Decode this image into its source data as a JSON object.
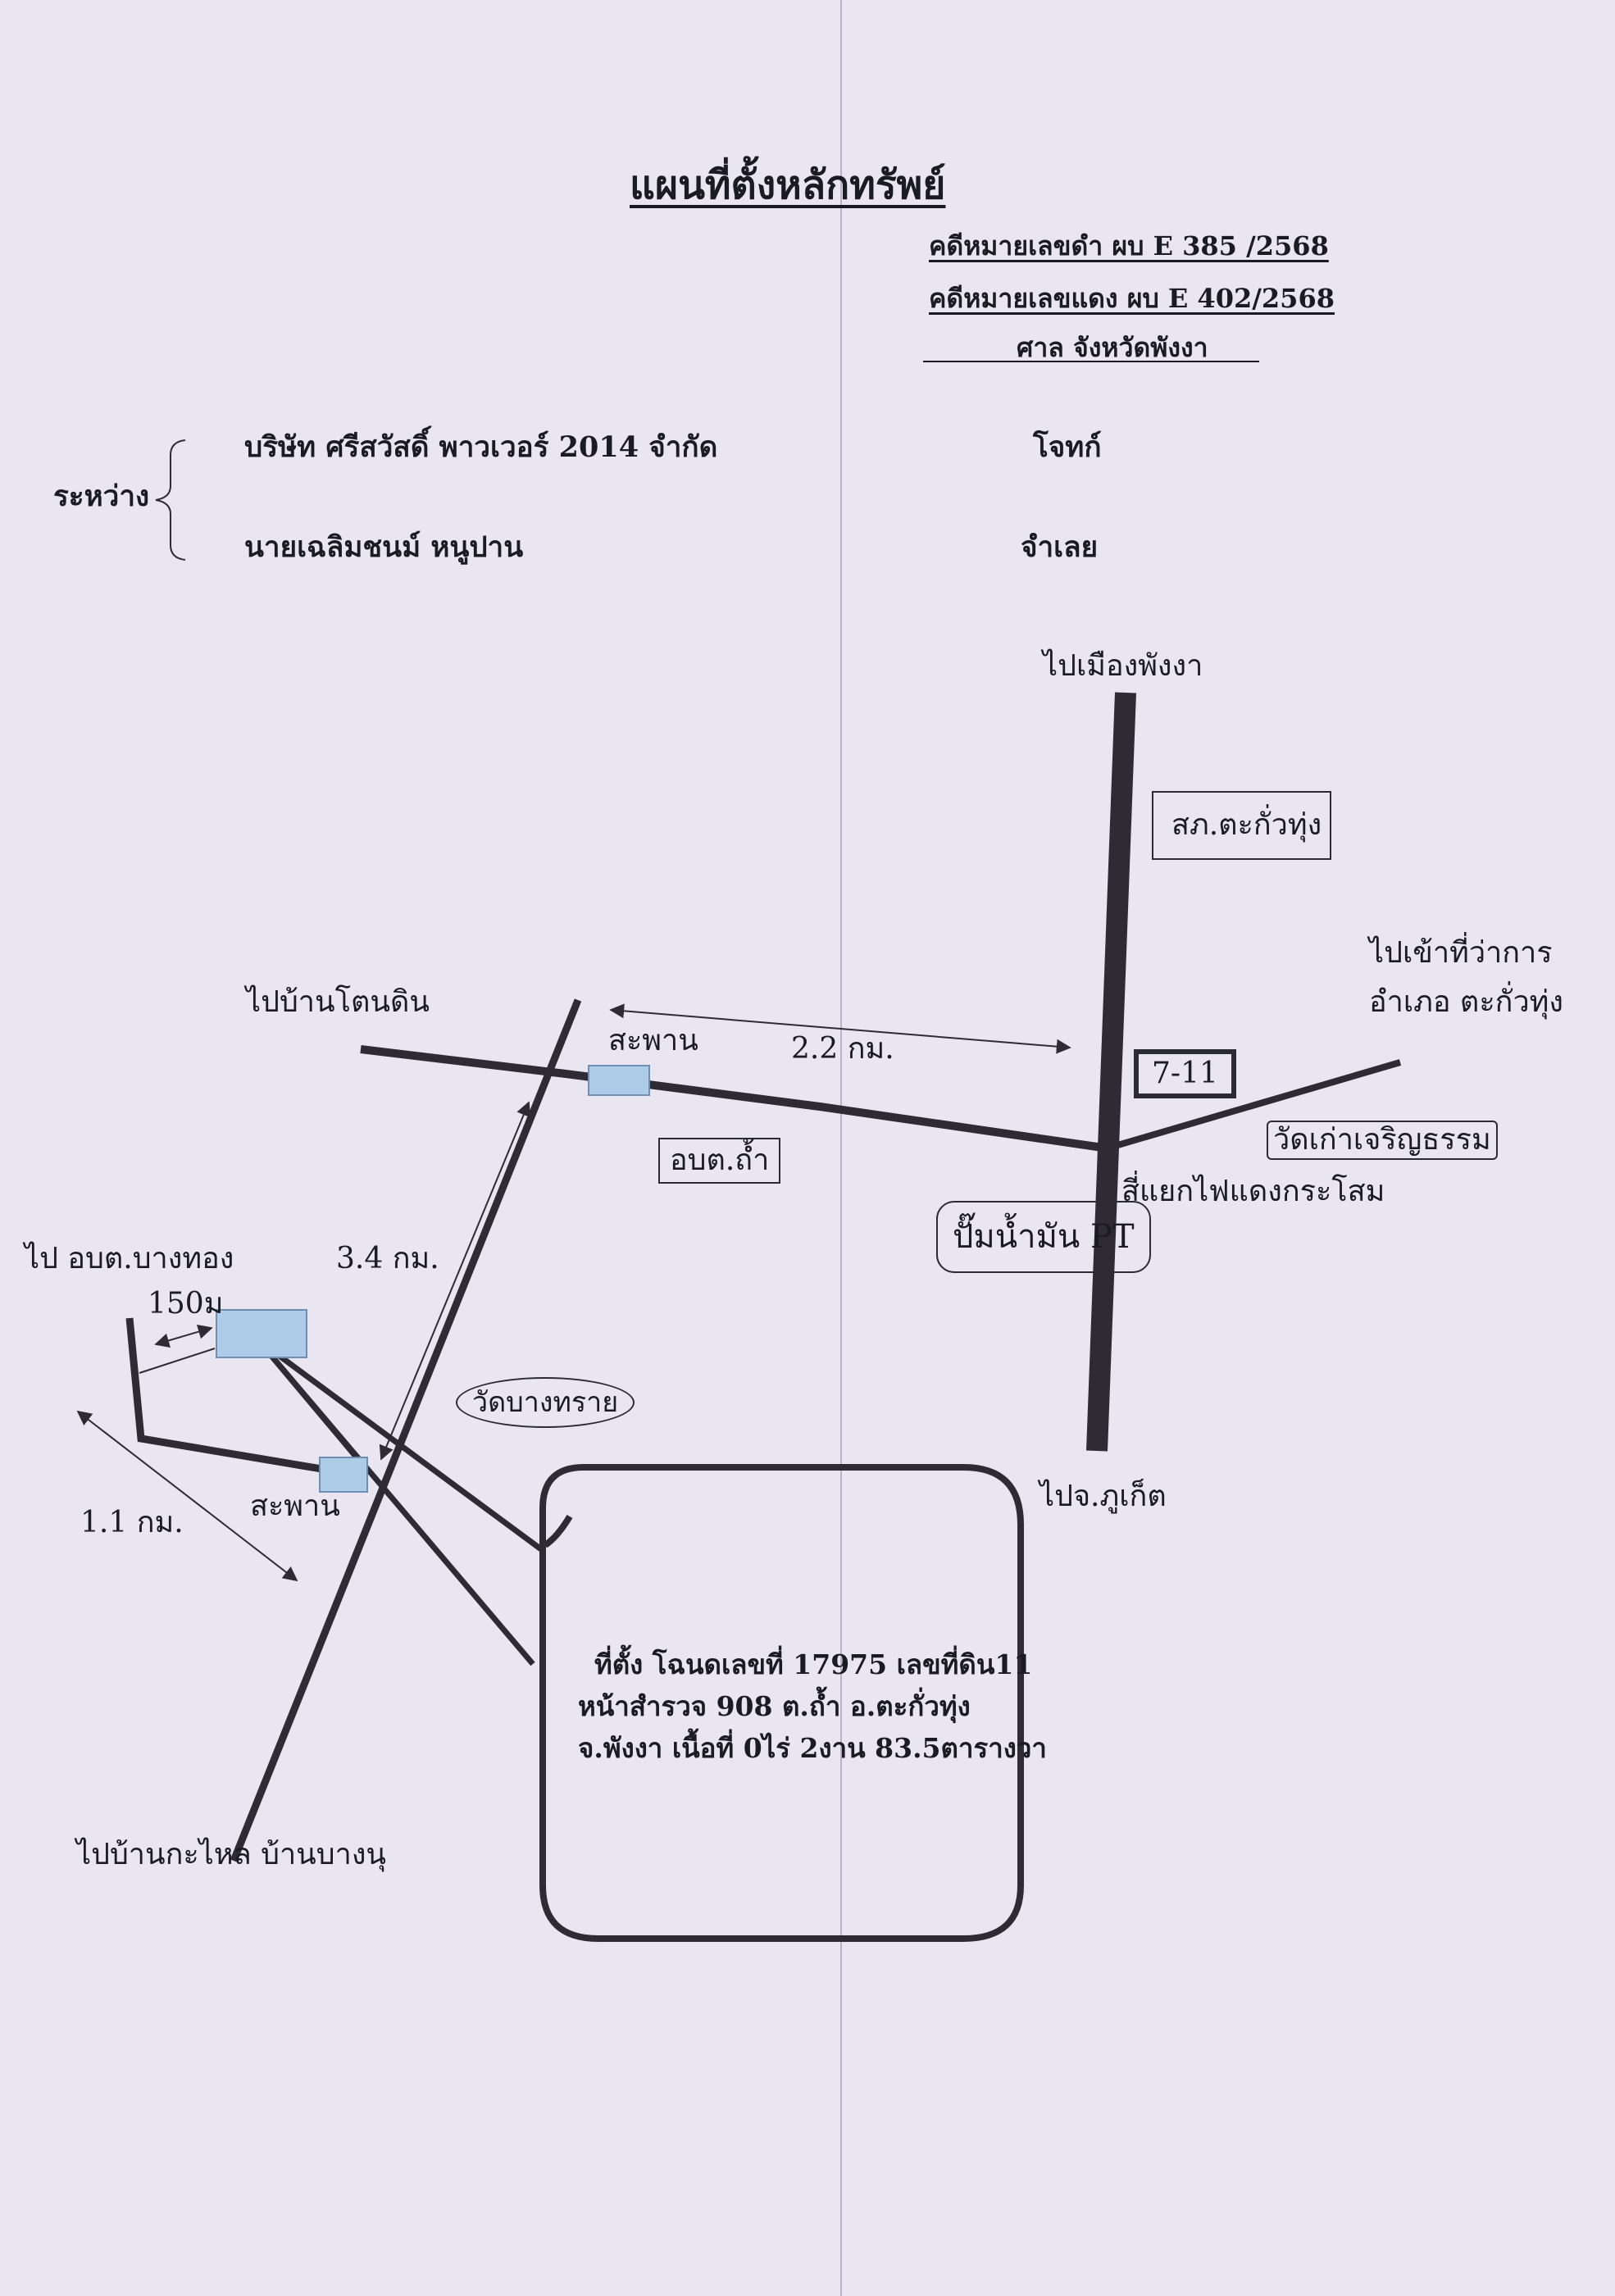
{
  "header": {
    "title": "แผนที่ตั้งหลักทรัพย์",
    "black_case": "คดีหมายเลขดำ     ผบ E  385 /2568",
    "red_case": "คดีหมายเลขแดง    ผบ E 402/2568",
    "court": "ศาล จังหวัดพังงา"
  },
  "parties": {
    "between_label": "ระหว่าง",
    "plaintiff_name": "บริษัท ศรีสวัสดิ์ พาวเวอร์ 2014 จำกัด",
    "plaintiff_role": "โจทก์",
    "defendant_name": "นายเฉลิมชนม์ หนูปาน",
    "defendant_role": "จำเลย"
  },
  "map": {
    "labels": {
      "to_phangnga": "ไปเมืองพังงา",
      "police": "สภ.ตะกั่วทุ่ง",
      "to_district_1": "ไปเข้าที่ว่าการ",
      "to_district_2": "อำเภอ ตะกั่วทุ่ง",
      "to_ton_din": "ไปบ้านโตนดิน",
      "bridge_top": "สะพาน",
      "dist_22": "2.2 กม.",
      "seven_eleven": "7-11",
      "wat_charoen": "วัดเก่าเจริญธรรม",
      "obt_tham": "อบต.ถ้ำ",
      "intersection": "สี่แยกไฟแดงกระโสม",
      "pt_station": "ปั๊มน้ำมัน PT",
      "to_obt_bangthong": "ไป อบต.บางทอง",
      "dist_34": "3.4 กม.",
      "dist_150": "150ม",
      "wat_bangsai": "วัดบางทราย",
      "bridge_bottom": "สะพาน",
      "dist_11": "1.1 กม.",
      "to_phuket": "ไปจ.ภูเก็ต",
      "to_kalai": "ไปบ้านกะไหล บ้านบางนุ"
    },
    "location_description": [
      "ที่ตั้ง โฉนดเลขที่ 17975 เลขที่ดิน11",
      "หน้าสำรวจ 908 ต.ถ้ำ อ.ตะกั่วทุ่ง",
      "จ.พังงา เนื้อที่  0ไร่ 2งาน 83.5ตารางวา"
    ],
    "colors": {
      "road": "#2f2b35",
      "marker_fill": "#aecbe8",
      "marker_stroke": "#6f8fb2",
      "paper": "#e9e6f1"
    }
  }
}
